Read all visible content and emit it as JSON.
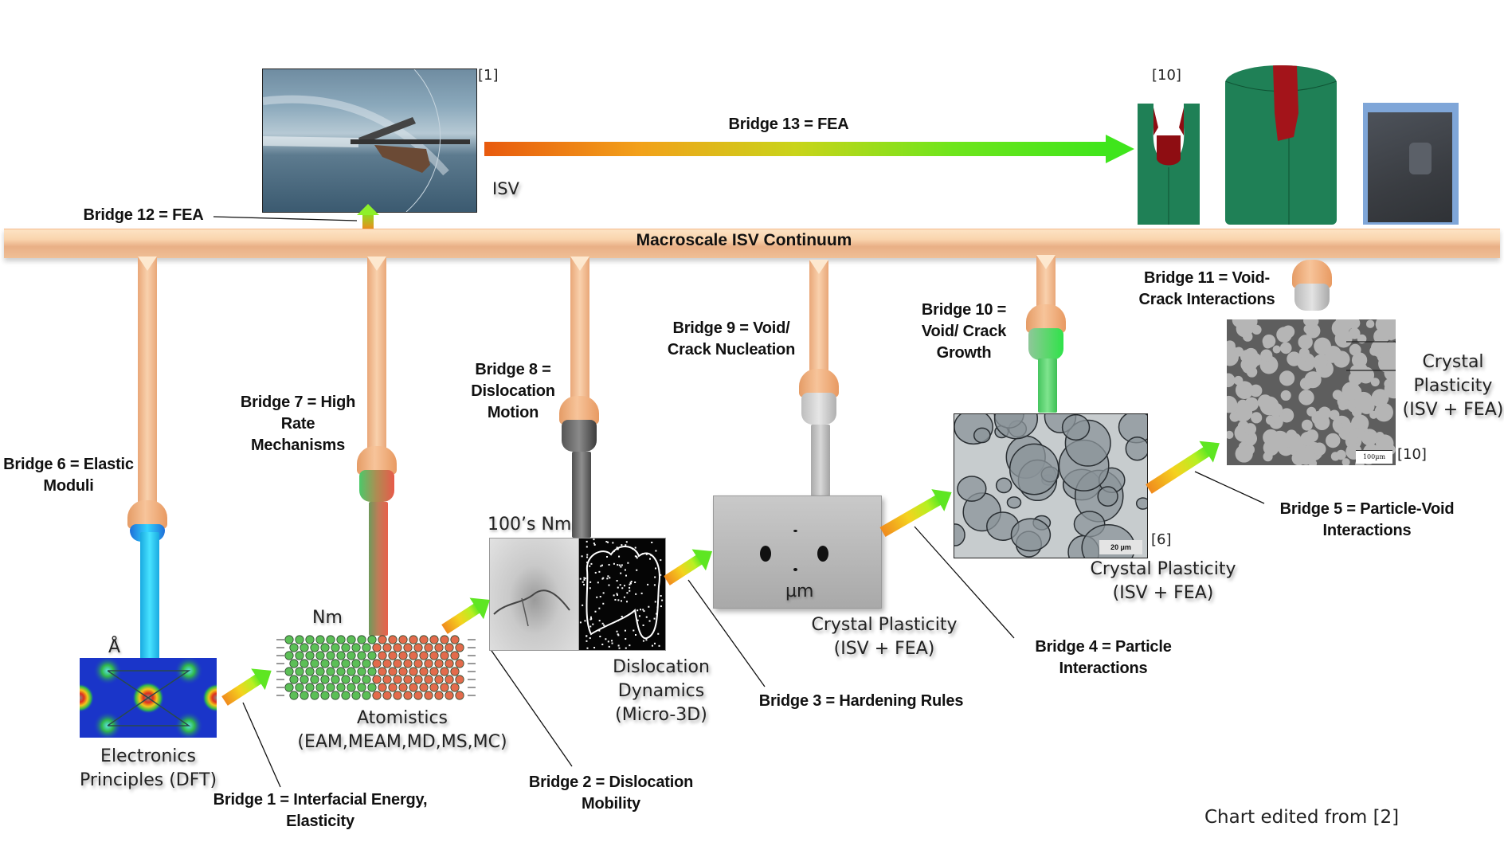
{
  "diagram": {
    "title": "Macroscale ISV Continuum",
    "footer": "Chart edited from [2]",
    "top_row": {
      "bridge12": "Bridge 12 = FEA",
      "bridge13": "Bridge 13 = FEA",
      "isv_label": "ISV",
      "ref_bullet": "[1]",
      "ref_fea": "[10]"
    },
    "bridges": {
      "b1": [
        "Bridge 1 = Interfacial Energy,",
        "Elasticity"
      ],
      "b2": [
        "Bridge 2 = Dislocation",
        "Mobility"
      ],
      "b3": [
        "Bridge 3 = Hardening Rules"
      ],
      "b4": [
        "Bridge 4 = Particle",
        "Interactions"
      ],
      "b5": [
        "Bridge 5 = Particle-Void",
        "Interactions"
      ],
      "b6": [
        "Bridge 6 = Elastic",
        "Moduli"
      ],
      "b7": [
        "Bridge 7 = High",
        "Rate",
        "Mechanisms"
      ],
      "b8": [
        "Bridge 8 =",
        "Dislocation",
        "Motion"
      ],
      "b9": [
        "Bridge 9 = Void/",
        "Crack Nucleation"
      ],
      "b10": [
        "Bridge 10 =",
        "Void/ Crack",
        "Growth"
      ],
      "b11": [
        "Bridge 11 = Void-",
        "Crack Interactions"
      ]
    },
    "scales": {
      "angstrom": "Å",
      "nm": "Nm",
      "hundreds_nm": "100’s Nm",
      "um": "µm"
    },
    "captions": {
      "dft": [
        "Electronics",
        "Principles (DFT)"
      ],
      "atomistics": [
        "Atomistics",
        "(EAM,MEAM,MD,MS,MC)"
      ],
      "dd": [
        "Dislocation",
        "Dynamics",
        "(Micro-3D)"
      ],
      "cp1": [
        "Crystal Plasticity",
        "(ISV + FEA)"
      ],
      "cp2": [
        "Crystal Plasticity",
        "(ISV + FEA)"
      ],
      "cp3": [
        "Crystal",
        "Plasticity",
        "(ISV + FEA)"
      ]
    },
    "refs": {
      "particle": "[6]",
      "void": "[10]"
    },
    "scale_bars": {
      "particle": "20 µm",
      "void": "100µm"
    },
    "colors": {
      "bar": "#f9d4ad",
      "pillar": "#f2b98a",
      "cyan": "#22c8f0",
      "green": "#3fe51c",
      "red": "#e8604a",
      "gray": "#8a8a8a",
      "fea_green": "#1f8056",
      "fea_red": "#8e0d12"
    }
  }
}
